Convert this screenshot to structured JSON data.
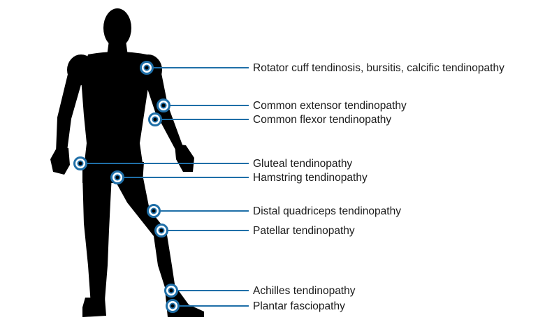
{
  "colors": {
    "accent": "#1f6fa8",
    "silhouette": "#000000",
    "background": "#ffffff"
  },
  "figure": {
    "name": "human-silhouette"
  },
  "annotations": [
    {
      "label": "Rotator cuff tendinosis, bursitis, calcific tendinopathy"
    },
    {
      "label": "Common extensor tendinopathy"
    },
    {
      "label": "Common flexor tendinopathy"
    },
    {
      "label": "Gluteal tendinopathy"
    },
    {
      "label": "Hamstring tendinopathy"
    },
    {
      "label": "Distal quadriceps tendinopathy"
    },
    {
      "label": "Patellar tendinopathy"
    },
    {
      "label": "Achilles tendinopathy"
    },
    {
      "label": "Plantar fasciopathy"
    }
  ]
}
